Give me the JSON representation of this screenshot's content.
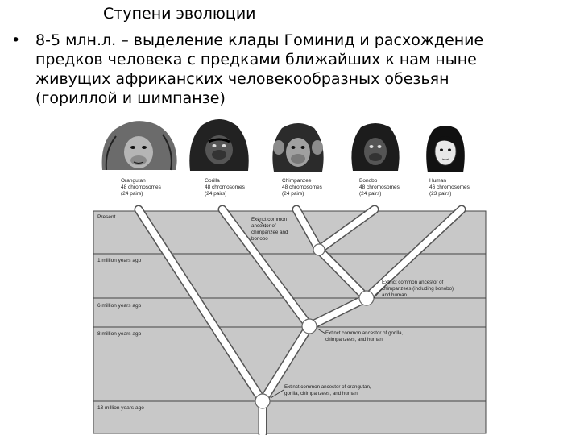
{
  "slide": {
    "title": "Ступени эволюции",
    "bullet_lines": [
      "8-5 млн.л. – выделение клады Гоминид и расхождение",
      "предков человека с предками ближайших к нам ныне",
      "живущих африканских человекообразных обезьян",
      "(гориллой и шимпанзе)"
    ]
  },
  "figure": {
    "species": [
      {
        "name": "Orangutan",
        "chromosomes": "48 chromosomes",
        "pairs": "(24 pairs)"
      },
      {
        "name": "Gorilla",
        "chromosomes": "48 chromosomes",
        "pairs": "(24 pairs)"
      },
      {
        "name": "Chimpanzee",
        "chromosomes": "48 chromosomes",
        "pairs": "(24 pairs)"
      },
      {
        "name": "Bonobo",
        "chromosomes": "48 chromosomes",
        "pairs": "(24 pairs)"
      },
      {
        "name": "Human",
        "chromosomes": "46 chromosomes",
        "pairs": "(23 pairs)"
      }
    ],
    "time_labels": [
      "Present",
      "1 million years ago",
      "6 million years ago",
      "8 million years ago",
      "13 million years ago"
    ],
    "ancestor_notes": [
      [
        "Extinct common",
        "ancestor of",
        "chimpanzee and",
        "bonobo"
      ],
      [
        "Extinct common ancestor of",
        "chimpanzees (including bonobo)",
        "and human"
      ],
      [
        "Extinct common ancestor of gorilla,",
        "chimpanzees, and human"
      ],
      [
        "Extinct common ancestor of orangutan,",
        "gorilla, chimpanzees, and human"
      ]
    ],
    "colors": {
      "band": "#c8c8c8",
      "branch": "#ffffff",
      "outline": "#555555"
    }
  }
}
